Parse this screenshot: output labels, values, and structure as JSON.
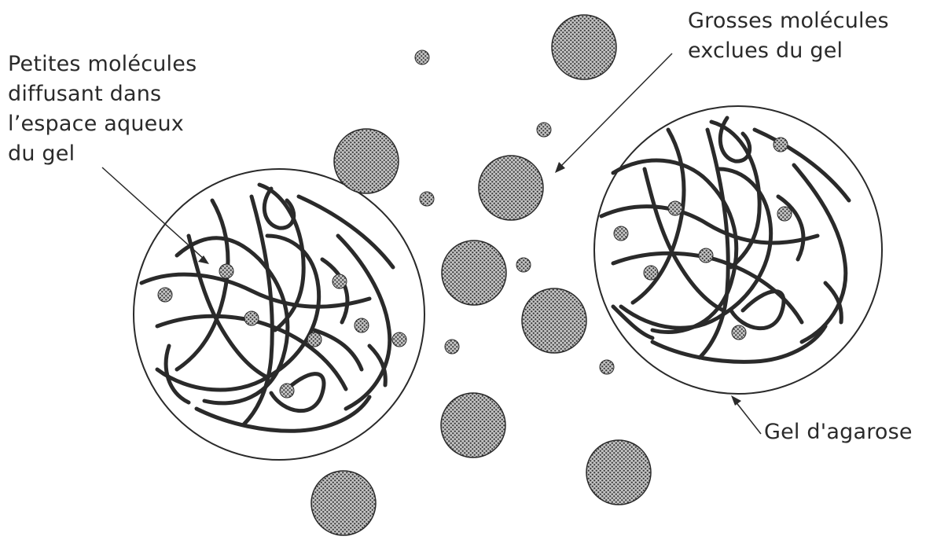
{
  "labels": {
    "small_molecules": {
      "lines": [
        "Petites molécules",
        "diffusant dans",
        "l’espace aqueux",
        "du gel"
      ]
    },
    "large_molecules": {
      "lines": [
        "Grosses molécules",
        "exclues du gel"
      ]
    },
    "gel": {
      "text": "Gel d'agarose"
    }
  },
  "colors": {
    "ink": "#2a2a2a",
    "molecule_fill_light": "#b8b8b8",
    "molecule_fill_dark": "#3a3a3a",
    "background": "#ffffff"
  }
}
